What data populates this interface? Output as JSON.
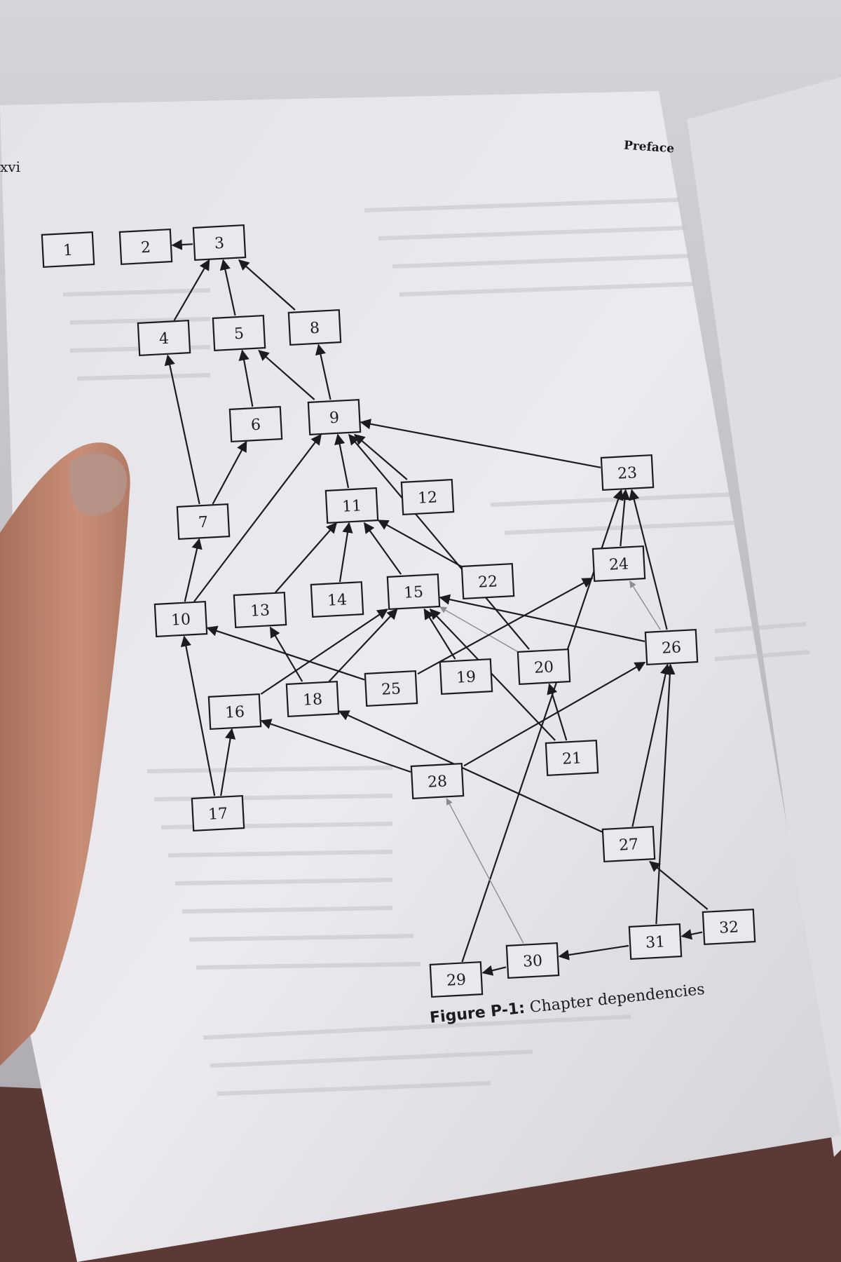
{
  "page": {
    "running_head_left": "xvi",
    "running_head_right": "Preface"
  },
  "figure": {
    "label": "Figure P-1:",
    "title": "Chapter dependencies",
    "nodes": [
      "1",
      "2",
      "3",
      "4",
      "5",
      "6",
      "7",
      "8",
      "9",
      "10",
      "11",
      "12",
      "13",
      "14",
      "15",
      "16",
      "17",
      "18",
      "19",
      "20",
      "21",
      "22",
      "23",
      "24",
      "25",
      "26",
      "27",
      "28",
      "29",
      "30",
      "31",
      "32"
    ],
    "edges": [
      {
        "from": "3",
        "to": "2"
      },
      {
        "from": "4",
        "to": "3"
      },
      {
        "from": "5",
        "to": "3"
      },
      {
        "from": "8",
        "to": "3"
      },
      {
        "from": "6",
        "to": "5"
      },
      {
        "from": "9",
        "to": "5"
      },
      {
        "from": "9",
        "to": "8"
      },
      {
        "from": "7",
        "to": "4"
      },
      {
        "from": "7",
        "to": "6"
      },
      {
        "from": "10",
        "to": "7"
      },
      {
        "from": "10",
        "to": "9"
      },
      {
        "from": "11",
        "to": "9"
      },
      {
        "from": "12",
        "to": "9"
      },
      {
        "from": "20",
        "to": "9"
      },
      {
        "from": "23",
        "to": "9"
      },
      {
        "from": "13",
        "to": "11"
      },
      {
        "from": "14",
        "to": "11"
      },
      {
        "from": "15",
        "to": "11"
      },
      {
        "from": "22",
        "to": "11"
      },
      {
        "from": "16",
        "to": "15"
      },
      {
        "from": "18",
        "to": "15"
      },
      {
        "from": "19",
        "to": "15"
      },
      {
        "from": "20",
        "to": "15",
        "light": true
      },
      {
        "from": "21",
        "to": "15"
      },
      {
        "from": "26",
        "to": "15"
      },
      {
        "from": "18",
        "to": "13"
      },
      {
        "from": "25",
        "to": "10"
      },
      {
        "from": "25",
        "to": "24"
      },
      {
        "from": "24",
        "to": "23"
      },
      {
        "from": "26",
        "to": "23"
      },
      {
        "from": "29",
        "to": "23"
      },
      {
        "from": "26",
        "to": "24",
        "light": true
      },
      {
        "from": "17",
        "to": "10"
      },
      {
        "from": "17",
        "to": "16"
      },
      {
        "from": "28",
        "to": "16"
      },
      {
        "from": "28",
        "to": "26"
      },
      {
        "from": "27",
        "to": "18"
      },
      {
        "from": "27",
        "to": "26"
      },
      {
        "from": "31",
        "to": "26"
      },
      {
        "from": "21",
        "to": "20"
      },
      {
        "from": "30",
        "to": "28",
        "light": true
      },
      {
        "from": "32",
        "to": "27"
      },
      {
        "from": "32",
        "to": "31"
      },
      {
        "from": "31",
        "to": "30"
      },
      {
        "from": "30",
        "to": "29"
      }
    ]
  },
  "colors": {
    "paper": "#e9e8ec",
    "ink": "#1c1c20",
    "light_edge": "#8c8c92",
    "skin": "#c98f78"
  }
}
